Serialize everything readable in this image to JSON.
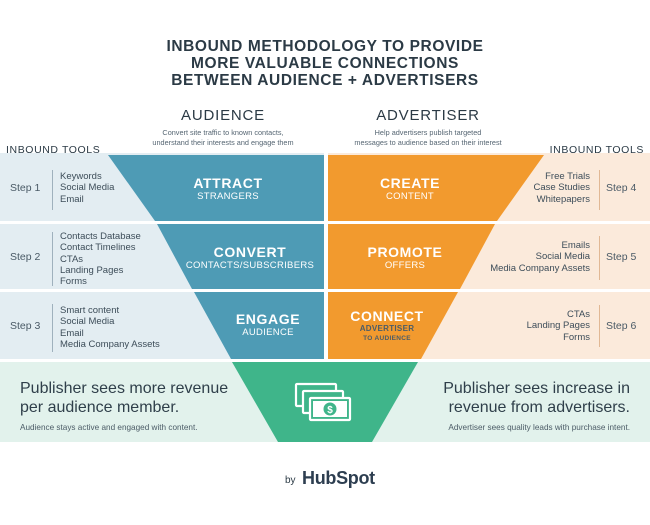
{
  "title": {
    "line1": "INBOUND METHODOLOGY TO PROVIDE",
    "line2": "MORE VALUABLE CONNECTIONS",
    "line3": "BETWEEN AUDIENCE + ADVERTISERS"
  },
  "audience": {
    "heading": "AUDIENCE",
    "desc_line1": "Convert site traffic to known contacts,",
    "desc_line2": "understand their interests and engage them"
  },
  "advertiser": {
    "heading": "ADVERTISER",
    "desc_line1": "Help advertisers publish targeted",
    "desc_line2": "messages to audience based on their interest"
  },
  "tools_label_left": "INBOUND TOOLS",
  "tools_label_right": "INBOUND TOOLS",
  "left_rows": [
    {
      "step": "Step 1",
      "tools": [
        "Keywords",
        "Social Media",
        "Email"
      ],
      "stage": "ATTRACT",
      "sub": "STRANGERS"
    },
    {
      "step": "Step 2",
      "tools": [
        "Contacts Database",
        "Contact Timelines",
        "CTAs",
        "Landing Pages",
        "Forms"
      ],
      "stage": "CONVERT",
      "sub": "CONTACTS/SUBSCRIBERS"
    },
    {
      "step": "Step 3",
      "tools": [
        "Smart content",
        "Social Media",
        "Email",
        "Media Company Assets"
      ],
      "stage": "ENGAGE",
      "sub": "AUDIENCE"
    }
  ],
  "right_rows": [
    {
      "step": "Step 4",
      "tools": [
        "Free Trials",
        "Case Studies",
        "Whitepapers"
      ],
      "stage": "CREATE",
      "sub": "CONTENT"
    },
    {
      "step": "Step 5",
      "tools": [
        "Emails",
        "Social Media",
        "Media Company Assets"
      ],
      "stage": "PROMOTE",
      "sub": "OFFERS"
    },
    {
      "step": "Step 6",
      "tools": [
        "CTAs",
        "Landing Pages",
        "Forms"
      ],
      "stage": "CONNECT",
      "sub1": "ADVERTISER",
      "sub2": "TO AUDIENCE"
    }
  ],
  "bottom": {
    "left_big1": "Publisher sees more revenue",
    "left_big2": "per audience member.",
    "left_small": "Audience stays active and engaged with content.",
    "right_big1": "Publisher sees increase in",
    "right_big2": "revenue from advertisers.",
    "right_small": "Advertiser sees quality leads with purchase intent."
  },
  "footer": {
    "by": "by",
    "brand": "HubSpot"
  },
  "colors": {
    "blue": "#4e9bb5",
    "orange": "#f29a2e",
    "green": "#3fb58a",
    "blue_band": "#e3edf2",
    "orange_band": "#fbeadb",
    "green_band": "#e2f2ec"
  },
  "icons": {
    "money": "money-stack-icon"
  }
}
